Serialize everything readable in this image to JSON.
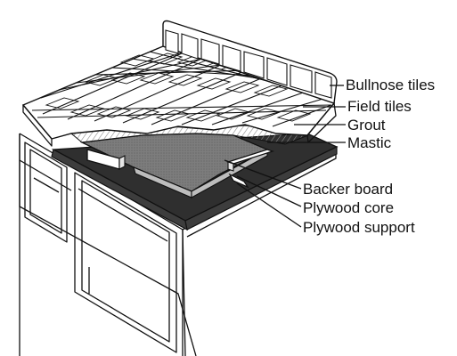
{
  "labels": {
    "bullnose_tiles": "Bullnose tiles",
    "field_tiles": "Field tiles",
    "grout": "Grout",
    "mastic": "Mastic",
    "backer_board": "Backer board",
    "plywood_core": "Plywood core",
    "plywood_support": "Plywood support"
  },
  "colors": {
    "line": "#111111",
    "tile_fill": "#ffffff",
    "mastic_texture": "#9a9a9a",
    "backer_board": "#7d7d7d",
    "plywood_core": "#2f2f2f",
    "background": "#ffffff"
  }
}
